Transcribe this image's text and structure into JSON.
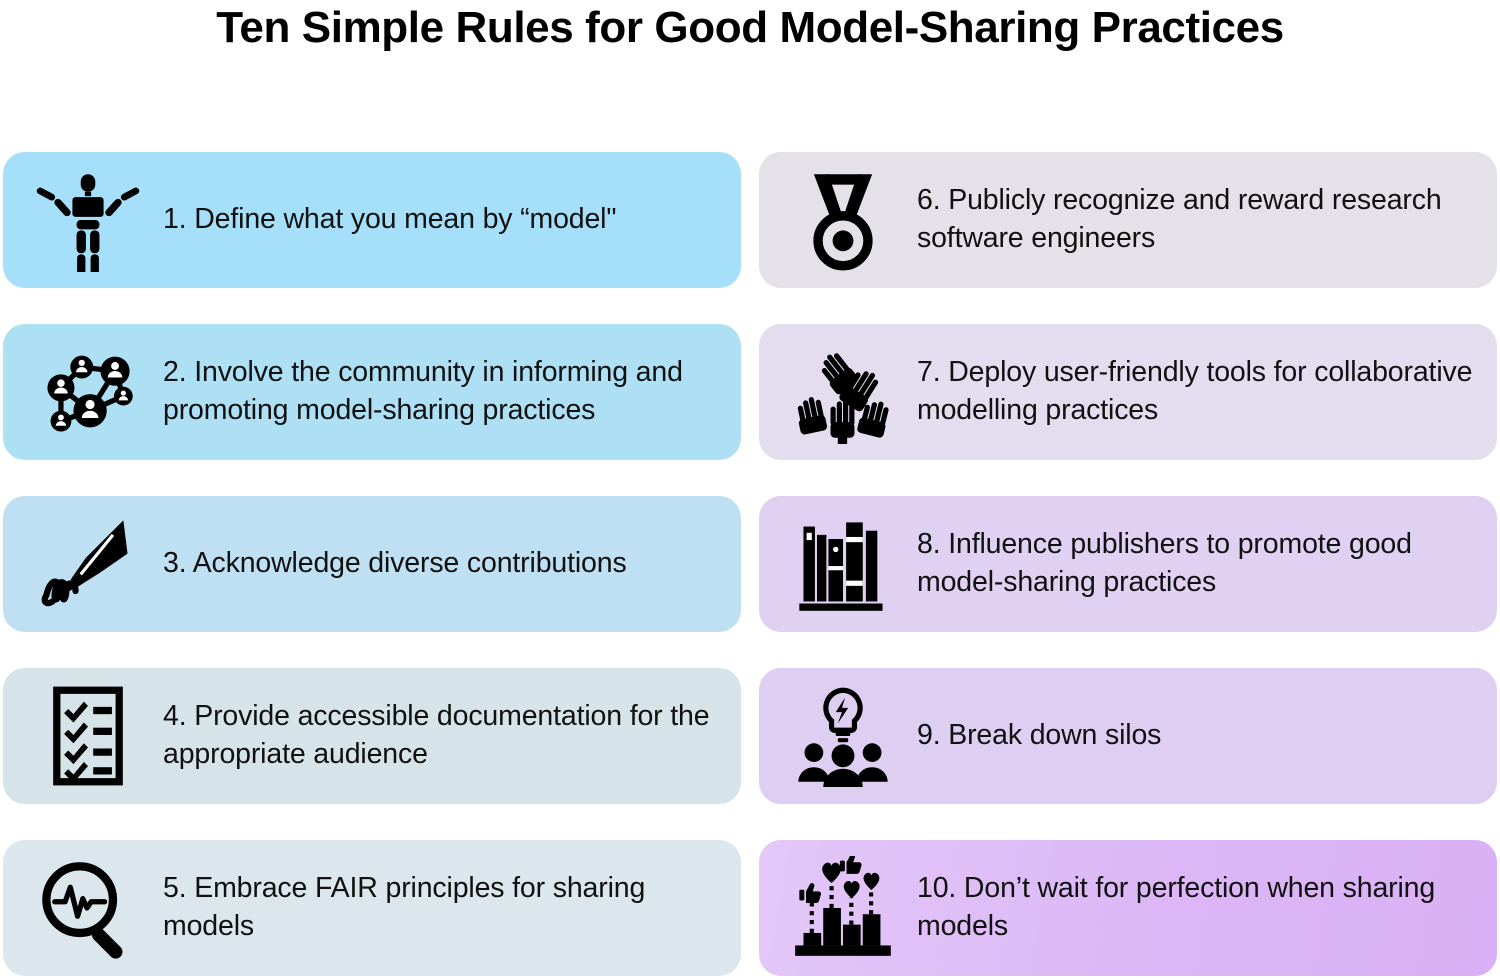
{
  "page": {
    "title": "Ten Simple Rules for Good Model-Sharing Practices",
    "background": "#ffffff",
    "text_color": "#111111"
  },
  "cards": [
    {
      "number": "1",
      "label": "1. Define what you mean by “model\"",
      "icon": "mannequin-figure-icon",
      "color": "#a5dff9",
      "column": "left",
      "row": 1
    },
    {
      "number": "2",
      "label": "2. Involve the community in informing and promoting model-sharing practices",
      "icon": "people-network-icon",
      "color": "#ade0f4",
      "column": "left",
      "row": 2
    },
    {
      "number": "3",
      "label": "3. Acknowledge diverse contributions",
      "icon": "signature-pen-icon",
      "color": "#bfe0f2",
      "column": "left",
      "row": 3
    },
    {
      "number": "4",
      "label": "4. Provide accessible documentation for the appropriate audience",
      "icon": "checklist-clipboard-icon",
      "color": "#d6e4ea",
      "column": "left",
      "row": 4
    },
    {
      "number": "5",
      "label": "5. Embrace FAIR principles for sharing models",
      "icon": "magnifier-pulse-icon",
      "color": "#dbe7ec",
      "column": "left",
      "row": 5
    },
    {
      "number": "6",
      "label": "6. Publicly recognize and reward research software engineers",
      "icon": "medal-icon",
      "color": "#e5e1e8",
      "column": "right",
      "row": 1
    },
    {
      "number": "7",
      "label": "7. Deploy user-friendly tools for collaborative modelling practices",
      "icon": "many-hands-icon",
      "color": "#e4dcef",
      "column": "right",
      "row": 2
    },
    {
      "number": "8",
      "label": "8. Influence publishers to promote good model-sharing practices",
      "icon": "books-shelf-icon",
      "color": "#e0d0f2",
      "column": "right",
      "row": 3
    },
    {
      "number": "9",
      "label": "9. Break down silos",
      "icon": "team-lightbulb-icon",
      "color": "#ddcef2",
      "column": "right",
      "row": 4
    },
    {
      "number": "10",
      "label": "10. Don’t wait for perfection when sharing models",
      "icon": "engagement-chart-icon",
      "color": "#dcb8f5",
      "column": "right",
      "row": 5
    }
  ]
}
